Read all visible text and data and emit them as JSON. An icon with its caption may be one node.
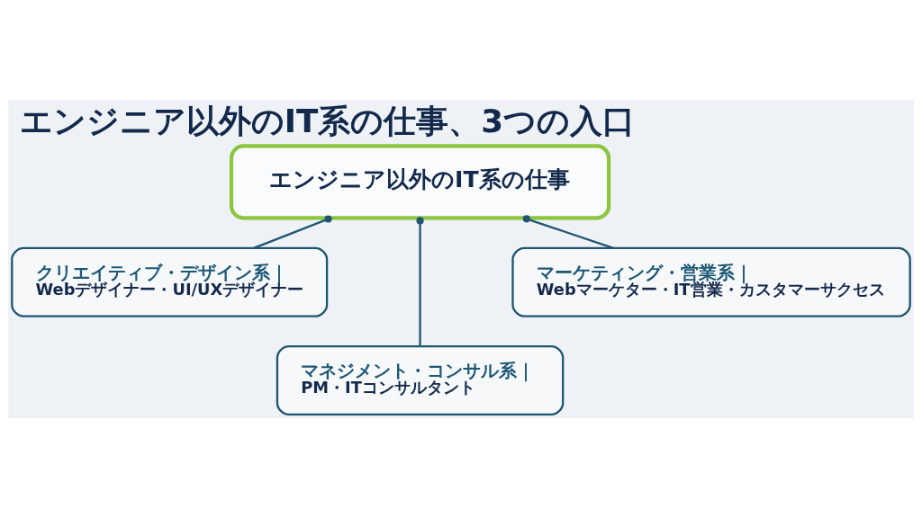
{
  "diagram": {
    "title": "エンジニア以外のIT系の仕事、3つの入口",
    "nodes": [
      {
        "text": [
          "エンジニア以外のIT系の仕事"
        ]
      },
      {
        "text": [
          "マーケティング・営業系｜",
          "Webマーケター・IT営業・カスタマーサクセス"
        ]
      },
      {
        "text": [
          "クリエイティブ・デザイン系｜",
          "Webデザイナー・UI/UXデザイナー"
        ]
      },
      {
        "text": [
          "マネジメント・コンサル系｜",
          "PM・ITコンサルタント"
        ]
      }
    ],
    "edges": [
      {
        "from": 0,
        "to": 2,
        "arrow": "other"
      },
      {
        "from": 0,
        "to": 3,
        "arrow": "other"
      },
      {
        "from": 0,
        "to": 1,
        "arrow": "other"
      }
    ]
  }
}
